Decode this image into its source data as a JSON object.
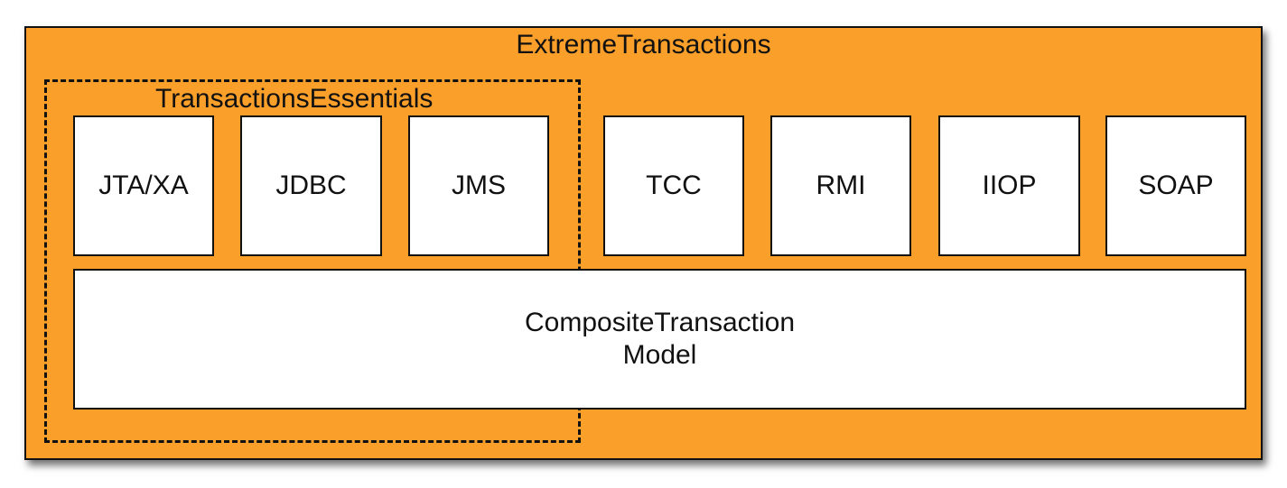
{
  "outer": {
    "title": "ExtremeTransactions",
    "fill_color": "#fa9f2a"
  },
  "group": {
    "title": "TransactionsEssentials"
  },
  "modules": [
    {
      "label": "JTA/XA"
    },
    {
      "label": "JDBC"
    },
    {
      "label": "JMS"
    },
    {
      "label": "TCC"
    },
    {
      "label": "RMI"
    },
    {
      "label": "IIOP"
    },
    {
      "label": "SOAP"
    }
  ],
  "base": {
    "line1": "CompositeTransaction",
    "line2": "Model"
  }
}
